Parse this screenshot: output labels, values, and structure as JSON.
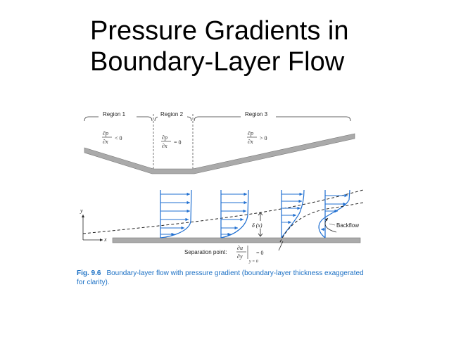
{
  "title": {
    "line1": "Pressure Gradients in",
    "line2": "Boundary-Layer Flow"
  },
  "figure": {
    "regions": [
      {
        "label": "Region 1",
        "gradient": "< 0"
      },
      {
        "label": "Region 2",
        "gradient": "= 0"
      },
      {
        "label": "Region 3",
        "gradient": "> 0"
      }
    ],
    "dp": "∂p",
    "dx": "∂x",
    "y_axis": "y",
    "x_axis": "x",
    "delta_label": "δ (x)",
    "backflow_label": "Backflow",
    "separation_label": "Separation point:",
    "du": "∂u",
    "dy": "∂y",
    "sep_subscript": "y = 0",
    "sep_value": "= 0",
    "colors": {
      "profile": "#1f6fd1",
      "wall": "#aaaaaa",
      "ink": "#222222"
    }
  },
  "caption": {
    "fig_number": "Fig. 9.6",
    "text": "Boundary-layer flow with pressure gradient (boundary-layer thickness exaggerated for clarity)."
  }
}
